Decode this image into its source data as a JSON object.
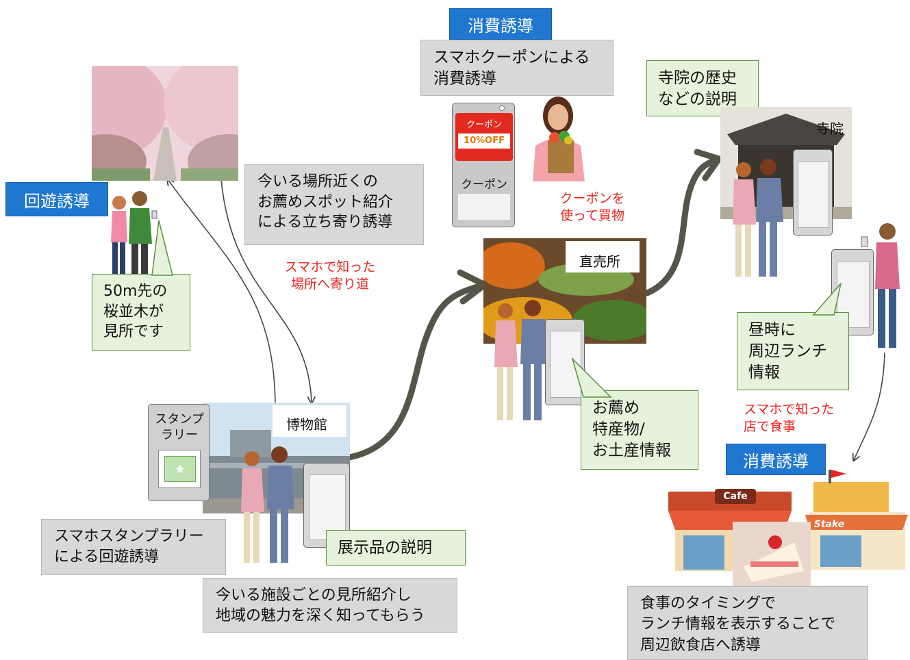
{
  "tags": {
    "consumption_top": "消費誘導",
    "circulation": "回遊誘導",
    "consumption_right": "消費誘導"
  },
  "gray_boxes": {
    "coupon": "スマホクーポンによる\n消費誘導",
    "nearby": "今いる場所近くの\nお薦めスポット紹介\nによる立ち寄り誘導",
    "stamp": "スマホスタンプラリー\nによる回遊誘導",
    "facility": "今いる施設ごとの見所紹介し\n地域の魅力を深く知ってもらう",
    "meal": "食事のタイミングで\nランチ情報を表示することで\n周辺飲食店へ誘導"
  },
  "green_boxes": {
    "sakura": "50m先の\n桜並木が\n見所です",
    "temple_history": "寺院の歴史\nなどの説明",
    "exhibit": "展示品の説明",
    "souvenir": "お薦め\n特産物/\nお土産情報",
    "lunch": "昼時に\n周辺ランチ\n情報"
  },
  "red_notes": {
    "detour": "スマホで知った\n場所へ寄り道",
    "use_coupon": "クーポンを\n使って買物",
    "eat": "スマホで知った\n店で食事"
  },
  "place_labels": {
    "museum": "博物館",
    "market": "直売所",
    "temple": "寺院"
  },
  "coupon_phone": {
    "banner": "クーポン",
    "discount": "10%OFF",
    "caption": "クーポン"
  },
  "stamp_phone": {
    "label": "スタンプ\nラリー"
  },
  "shop_signs": {
    "cafe": "Cafe",
    "steak": "Stake"
  },
  "colors": {
    "tag_blue": "#1f77d0",
    "gray_box": "#d8d8d8",
    "green_box": "#e6f3dc",
    "red_text": "#e8231c",
    "arrow": "#555549"
  }
}
